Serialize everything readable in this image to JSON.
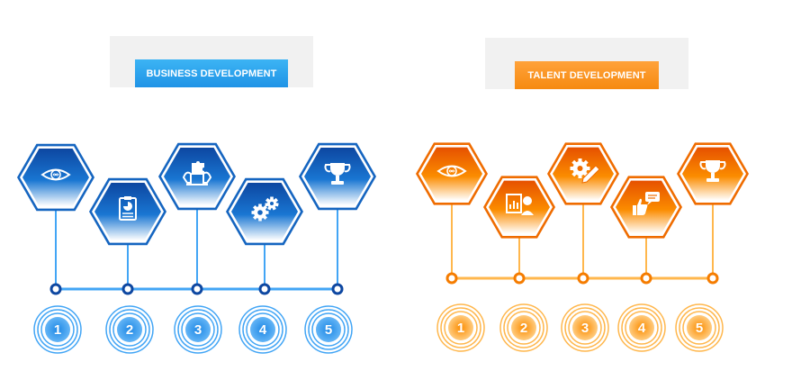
{
  "panels": [
    {
      "id": "business",
      "title": "BUSINESS DEVELOPMENT",
      "colors": {
        "primary": "#1565c0",
        "accent": "#1e88e5",
        "light": "#ffffff",
        "line": "#42a5f5",
        "dot": "#0d47a1",
        "button": "#29a3ea",
        "button_dark": "#1e88e5",
        "ring": "#42a5f5",
        "ring_fill": "#1e88e5"
      },
      "steps": [
        {
          "number": "1",
          "icon": "eye-icon"
        },
        {
          "number": "2",
          "icon": "report-clipboard-icon"
        },
        {
          "number": "3",
          "icon": "teamwork-puzzle-icon"
        },
        {
          "number": "4",
          "icon": "gears-icon"
        },
        {
          "number": "5",
          "icon": "trophy-icon"
        }
      ]
    },
    {
      "id": "talent",
      "title": "TALENT DEVELOPMENT",
      "colors": {
        "primary": "#ef6c00",
        "accent": "#fb8c00",
        "light": "#ffffff",
        "line": "#ffb74d",
        "dot": "#f57c00",
        "button": "#fb8c00",
        "button_dark": "#f57c00",
        "ring": "#ffb74d",
        "ring_fill": "#ffa726"
      },
      "steps": [
        {
          "number": "1",
          "icon": "eye-icon"
        },
        {
          "number": "2",
          "icon": "presentation-person-icon"
        },
        {
          "number": "3",
          "icon": "gear-pencil-icon"
        },
        {
          "number": "4",
          "icon": "thumbs-up-chat-icon"
        },
        {
          "number": "5",
          "icon": "trophy-icon"
        }
      ]
    }
  ]
}
